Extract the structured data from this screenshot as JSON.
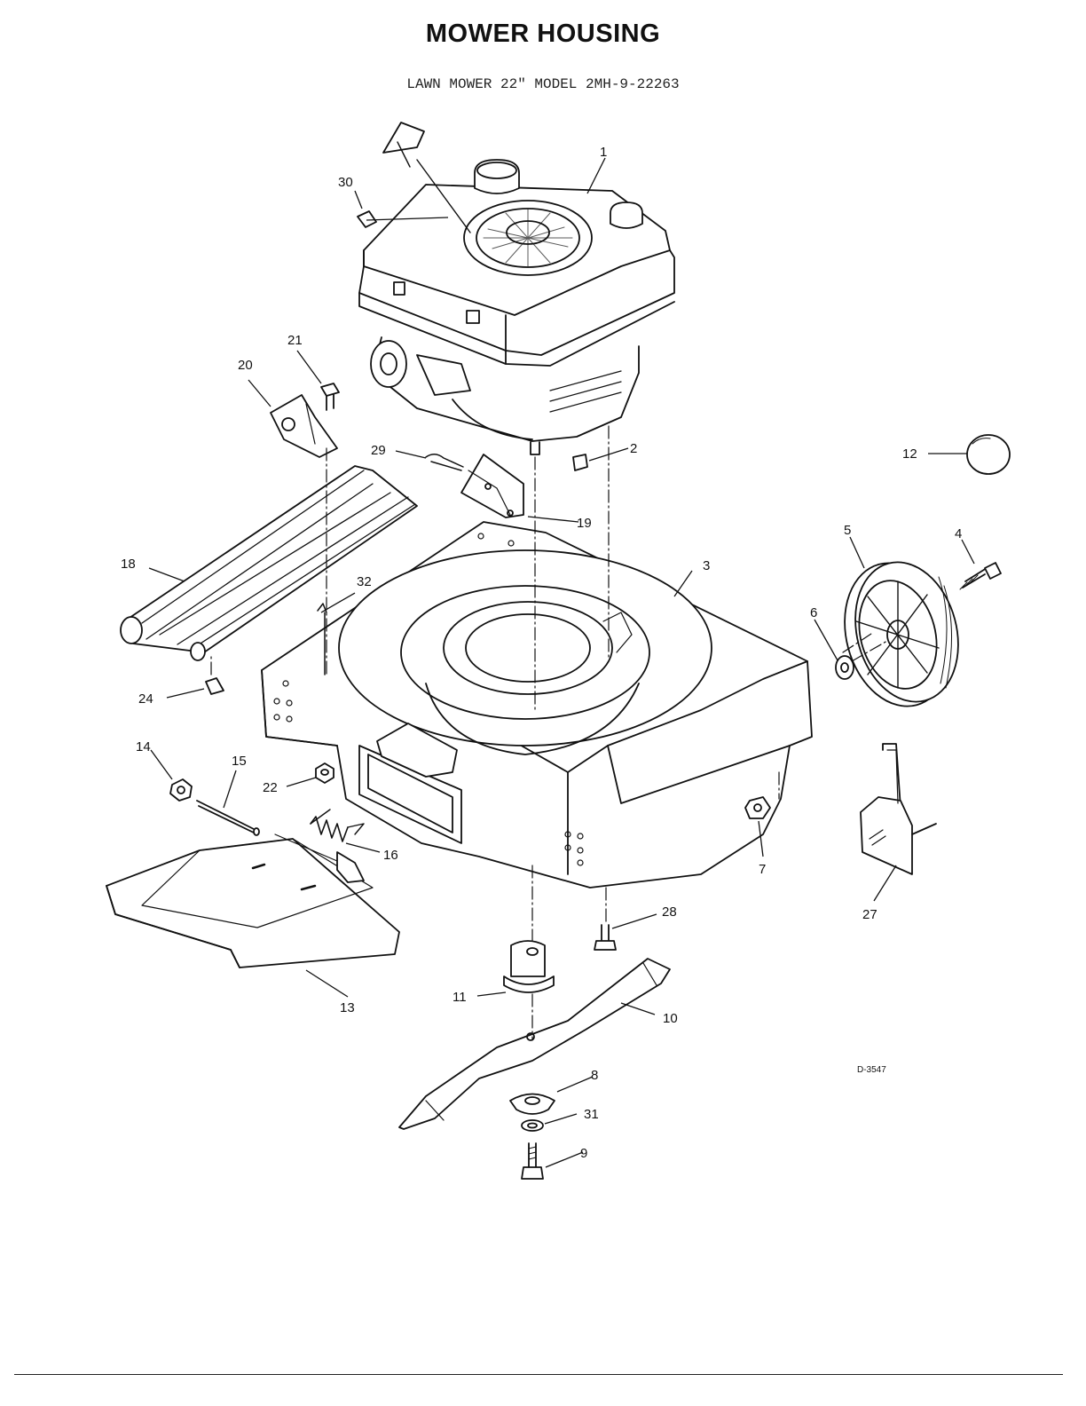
{
  "page": {
    "title": "MOWER HOUSING",
    "subtitle": "LAWN MOWER 22\" MODEL 2MH-9-22263",
    "drawing_code": "D-3547"
  },
  "parts": [
    {
      "id": "p1",
      "label": "1",
      "icon": "engine-icon"
    },
    {
      "id": "p2",
      "label": "2",
      "icon": "key-icon"
    },
    {
      "id": "p3",
      "label": "3",
      "icon": "deck-housing-icon"
    },
    {
      "id": "p4",
      "label": "4",
      "icon": "bolt-icon"
    },
    {
      "id": "p5",
      "label": "5",
      "icon": "wheel-icon"
    },
    {
      "id": "p6",
      "label": "6",
      "icon": "washer-icon"
    },
    {
      "id": "p7",
      "label": "7",
      "icon": "nut-icon"
    },
    {
      "id": "p8",
      "label": "8",
      "icon": "blade-bell-icon"
    },
    {
      "id": "p9",
      "label": "9",
      "icon": "bolt-icon"
    },
    {
      "id": "p10",
      "label": "10",
      "icon": "blade-icon"
    },
    {
      "id": "p11",
      "label": "11",
      "icon": "blade-adapter-icon"
    },
    {
      "id": "p12",
      "label": "12",
      "icon": "hubcap-icon"
    },
    {
      "id": "p13",
      "label": "13",
      "icon": "rear-deflector-icon"
    },
    {
      "id": "p14",
      "label": "14",
      "icon": "nut-icon"
    },
    {
      "id": "p15",
      "label": "15",
      "icon": "rod-icon"
    },
    {
      "id": "p16",
      "label": "16",
      "icon": "spring-icon"
    },
    {
      "id": "p18",
      "label": "18",
      "icon": "side-discharge-chute-icon"
    },
    {
      "id": "p19",
      "label": "19",
      "icon": "bracket-icon"
    },
    {
      "id": "p20",
      "label": "20",
      "icon": "bracket-icon"
    },
    {
      "id": "p21",
      "label": "21",
      "icon": "bolt-icon"
    },
    {
      "id": "p22",
      "label": "22",
      "icon": "nut-icon"
    },
    {
      "id": "p24",
      "label": "24",
      "icon": "clip-icon"
    },
    {
      "id": "p27",
      "label": "27",
      "icon": "height-adjuster-icon"
    },
    {
      "id": "p28",
      "label": "28",
      "icon": "bolt-icon"
    },
    {
      "id": "p29",
      "label": "29",
      "icon": "cotter-pin-icon"
    },
    {
      "id": "p30",
      "label": "30",
      "icon": "clip-icon"
    },
    {
      "id": "p31",
      "label": "31",
      "icon": "lock-washer-icon"
    },
    {
      "id": "p32",
      "label": "32",
      "icon": "pin-icon"
    }
  ]
}
